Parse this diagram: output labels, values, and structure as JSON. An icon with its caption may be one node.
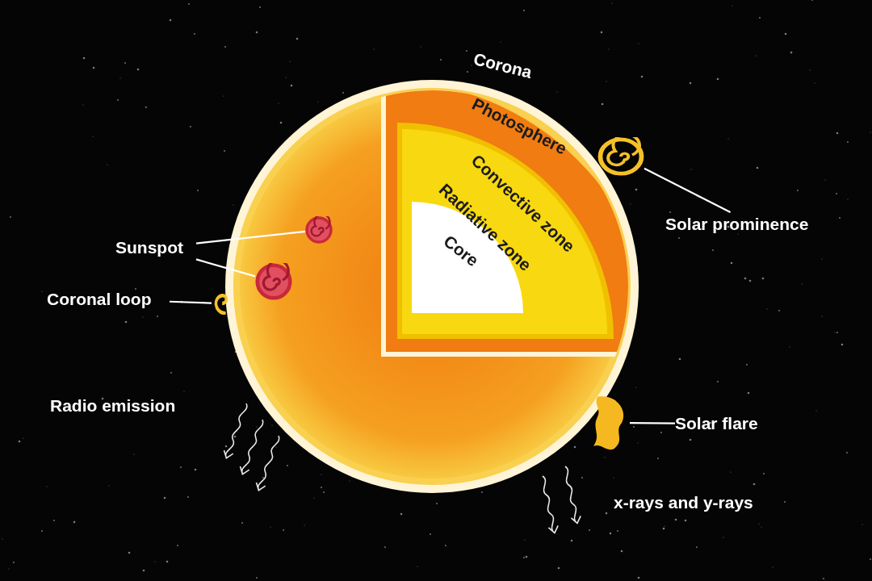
{
  "diagram": {
    "nodes": [
      {
        "text": [
          "Sunspot"
        ]
      },
      {
        "text": [
          "Coronal loop"
        ]
      },
      {
        "text": [
          "Solar prominence"
        ]
      },
      {
        "text": [
          "Solar flare"
        ]
      },
      {
        "text": [],
        "shape": "spiral"
      },
      {
        "text": [],
        "shape": "spiral"
      },
      {
        "text": [],
        "shape": "loop"
      },
      {
        "text": [],
        "shape": "spiral"
      },
      {
        "text": [],
        "shape": "flame"
      }
    ],
    "edges": [
      {
        "from": 0,
        "to": 4,
        "arrow": "none"
      },
      {
        "from": 0,
        "to": 5,
        "arrow": "none"
      },
      {
        "from": 1,
        "to": 6,
        "arrow": "none"
      },
      {
        "from": 2,
        "to": 7,
        "arrow": "none"
      },
      {
        "from": 3,
        "to": 8,
        "arrow": "none"
      }
    ],
    "labels": [
      "Corona",
      "Photosphere",
      "Convective zone",
      "Radiative zone",
      "Core",
      "Radio emission",
      "x-rays and y-rays"
    ]
  }
}
